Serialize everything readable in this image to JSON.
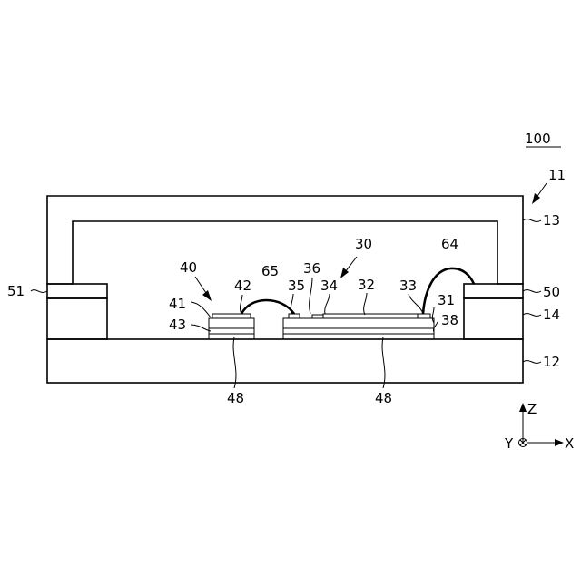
{
  "figure": {
    "title_ref": "100",
    "labels": {
      "l11": "11",
      "l13": "13",
      "l14": "14",
      "l12": "12",
      "l50": "50",
      "l51": "51",
      "l30": "30",
      "l40": "40",
      "l64": "64",
      "l65": "65",
      "l36": "36",
      "l35": "35",
      "l34": "34",
      "l32": "32",
      "l33": "33",
      "l31": "31",
      "l38": "38",
      "l42": "42",
      "l41": "41",
      "l43": "43",
      "l48a": "48",
      "l48b": "48"
    },
    "axes": {
      "z": "Z",
      "x": "X",
      "y": "Y"
    }
  }
}
